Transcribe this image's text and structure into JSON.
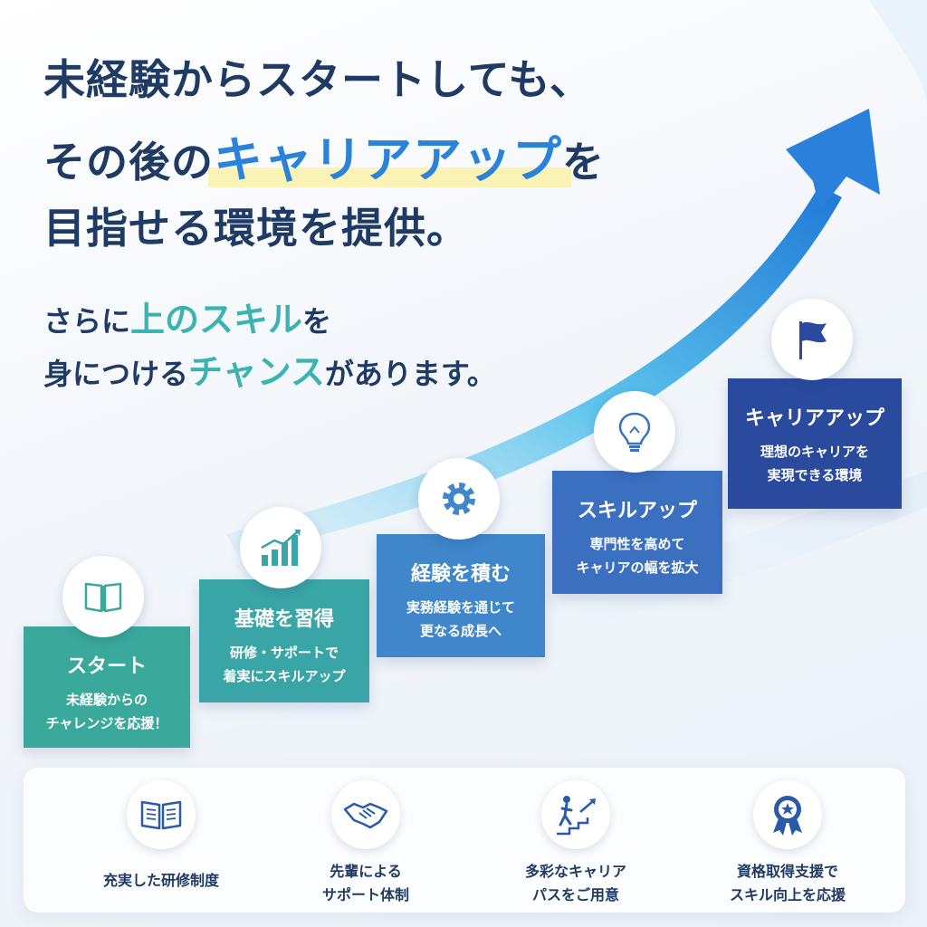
{
  "headline": {
    "line1": "未経験からスタートしても、",
    "line2_pre": "その後の",
    "line2_accent": "キャリアアップ",
    "line2_post": "を",
    "line3": "目指せる環境を提供。"
  },
  "subcopy": {
    "line1_pre": "さらに",
    "line1_accent": "上のスキル",
    "line1_post": "を",
    "line2_pre": "身につける",
    "line2_accent": "チャンス",
    "line2_post": "があります。"
  },
  "steps": [
    {
      "title": "スタート",
      "desc1": "未経験からの",
      "desc2": "チャレンジを応援！",
      "icon": "book-icon"
    },
    {
      "title": "基礎を習得",
      "desc1": "研修・サポートで",
      "desc2": "着実にスキルアップ",
      "icon": "bar-chart-icon"
    },
    {
      "title": "経験を積む",
      "desc1": "実務経験を通じて",
      "desc2": "更なる成長へ",
      "icon": "gear-icon"
    },
    {
      "title": "スキルアップ",
      "desc1": "専門性を高めて",
      "desc2": "キャリアの幅を拡大",
      "icon": "lightbulb-icon"
    },
    {
      "title": "キャリアアップ",
      "desc1": "理想のキャリアを",
      "desc2": "実現できる環境",
      "icon": "flag-icon"
    }
  ],
  "features": [
    {
      "label": "充実した研修制度",
      "icon": "book-open-icon"
    },
    {
      "label": "先輩による\nサポート体制",
      "icon": "handshake-icon"
    },
    {
      "label": "多彩なキャリア\nパスをご用意",
      "icon": "stairs-person-icon"
    },
    {
      "label": "資格取得支援で\nスキル向上を応援",
      "icon": "award-badge-icon"
    }
  ],
  "colors": {
    "navy": "#1f3a63",
    "accent_blue": "#2a83d8",
    "accent_teal": "#3bb3b0",
    "highlight_yellow": "#fbf3b6"
  }
}
